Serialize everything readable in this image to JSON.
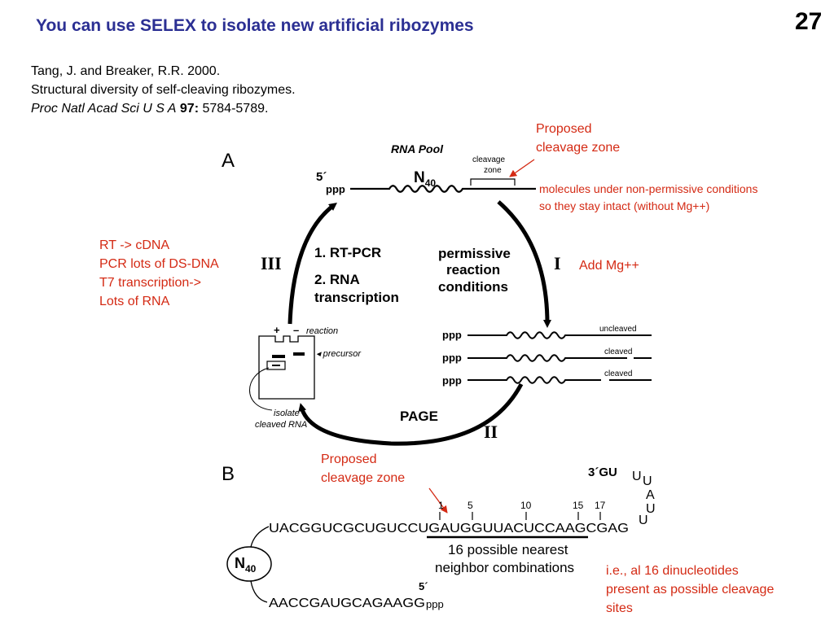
{
  "slide": {
    "title": "You can use SELEX to isolate new artificial ribozymes",
    "number": "27"
  },
  "citation": {
    "line1": "Tang, J. and Breaker, R.R. 2000.",
    "line2": "Structural diversity of self-cleaving ribozymes.",
    "journal": "Proc Natl Acad Sci U S A",
    "volume": "97:",
    "pages": "5784-5789."
  },
  "annotations": {
    "proposed_a_line1": "Proposed",
    "proposed_a_line2": "cleavage zone",
    "molecules_line1": "molecules under non-permissive conditions",
    "molecules_line2": "so they stay intact (without Mg++)",
    "add_mg": "Add Mg++",
    "rt_line1": "RT -> cDNA",
    "rt_line2": "PCR lots of DS-DNA",
    "rt_line3": "T7 transcription->",
    "rt_line4": "Lots of RNA",
    "proposed_b_line1": "Proposed",
    "proposed_b_line2": "cleavage zone",
    "ie_line1": "i.e., al 16 dinucleotides",
    "ie_line2": "present as possible cleavage",
    "ie_line3": "sites"
  },
  "figure_a": {
    "panel_label": "A",
    "rna_pool": "RNA Pool",
    "five_prime": "5´",
    "ppp": "ppp",
    "n40": "N",
    "n40_sub": "40",
    "cleavage_zone_1": "cleavage",
    "cleavage_zone_2": "zone",
    "step1": "1. RT-PCR",
    "step2a": "2. RNA",
    "step2b": "transcription",
    "perm1": "permissive",
    "perm2": "reaction",
    "perm3": "conditions",
    "roman_1": "I",
    "roman_2": "II",
    "roman_3": "III",
    "page": "PAGE",
    "uncleaved": "uncleaved",
    "cleaved": "cleaved",
    "gel_plus": "+",
    "gel_minus": "–",
    "reaction": "reaction",
    "precursor": "precursor",
    "isolate1": "isolate",
    "isolate2": "cleaved RNA"
  },
  "figure_b": {
    "panel_label": "B",
    "three_prime": "3´GU",
    "loop_u1": "U",
    "loop_u2": "U",
    "loop_a": "A",
    "loop_u3": "U",
    "loop_u4": "U",
    "top_strand": "UACGGUCGCUGUCCUGAUGGUUACUCCAAGCGAG",
    "bottom_strand": "AACCGAUGCAGAAGG",
    "bottom_ppp": "ppp",
    "five_prime": "5´",
    "n40": "N",
    "n40_sub": "40",
    "pos1": "1",
    "pos5": "5",
    "pos10": "10",
    "pos15": "15",
    "pos17": "17",
    "nearest1": "16 possible nearest",
    "nearest2": "neighbor combinations"
  },
  "colors": {
    "title": "#2b2f93",
    "annotation": "#d42a14"
  }
}
